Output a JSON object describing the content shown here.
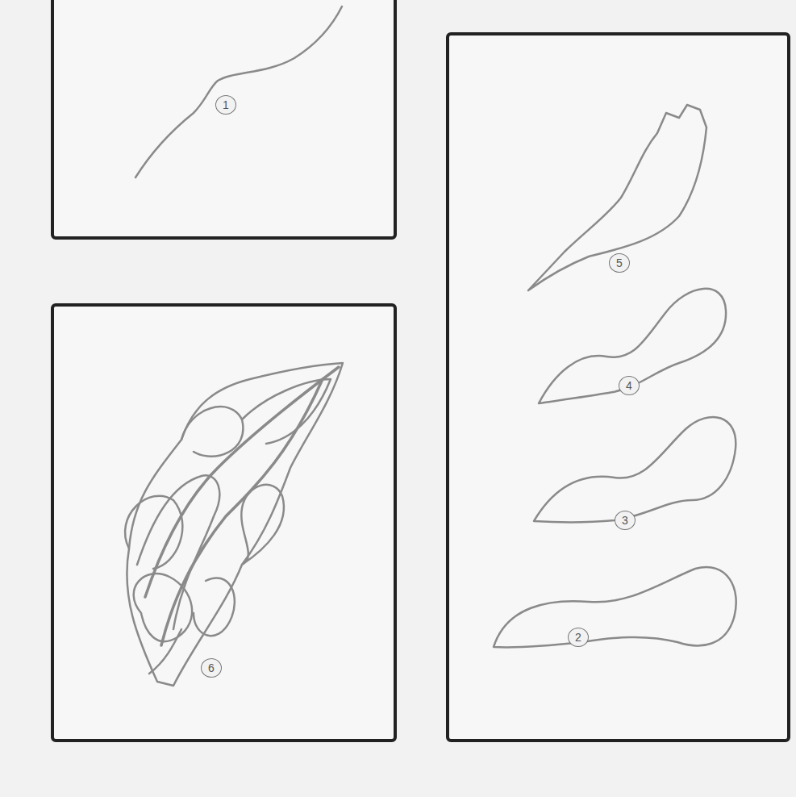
{
  "diagram": {
    "labels": [
      "1",
      "5",
      "4",
      "3",
      "2",
      "6"
    ]
  }
}
